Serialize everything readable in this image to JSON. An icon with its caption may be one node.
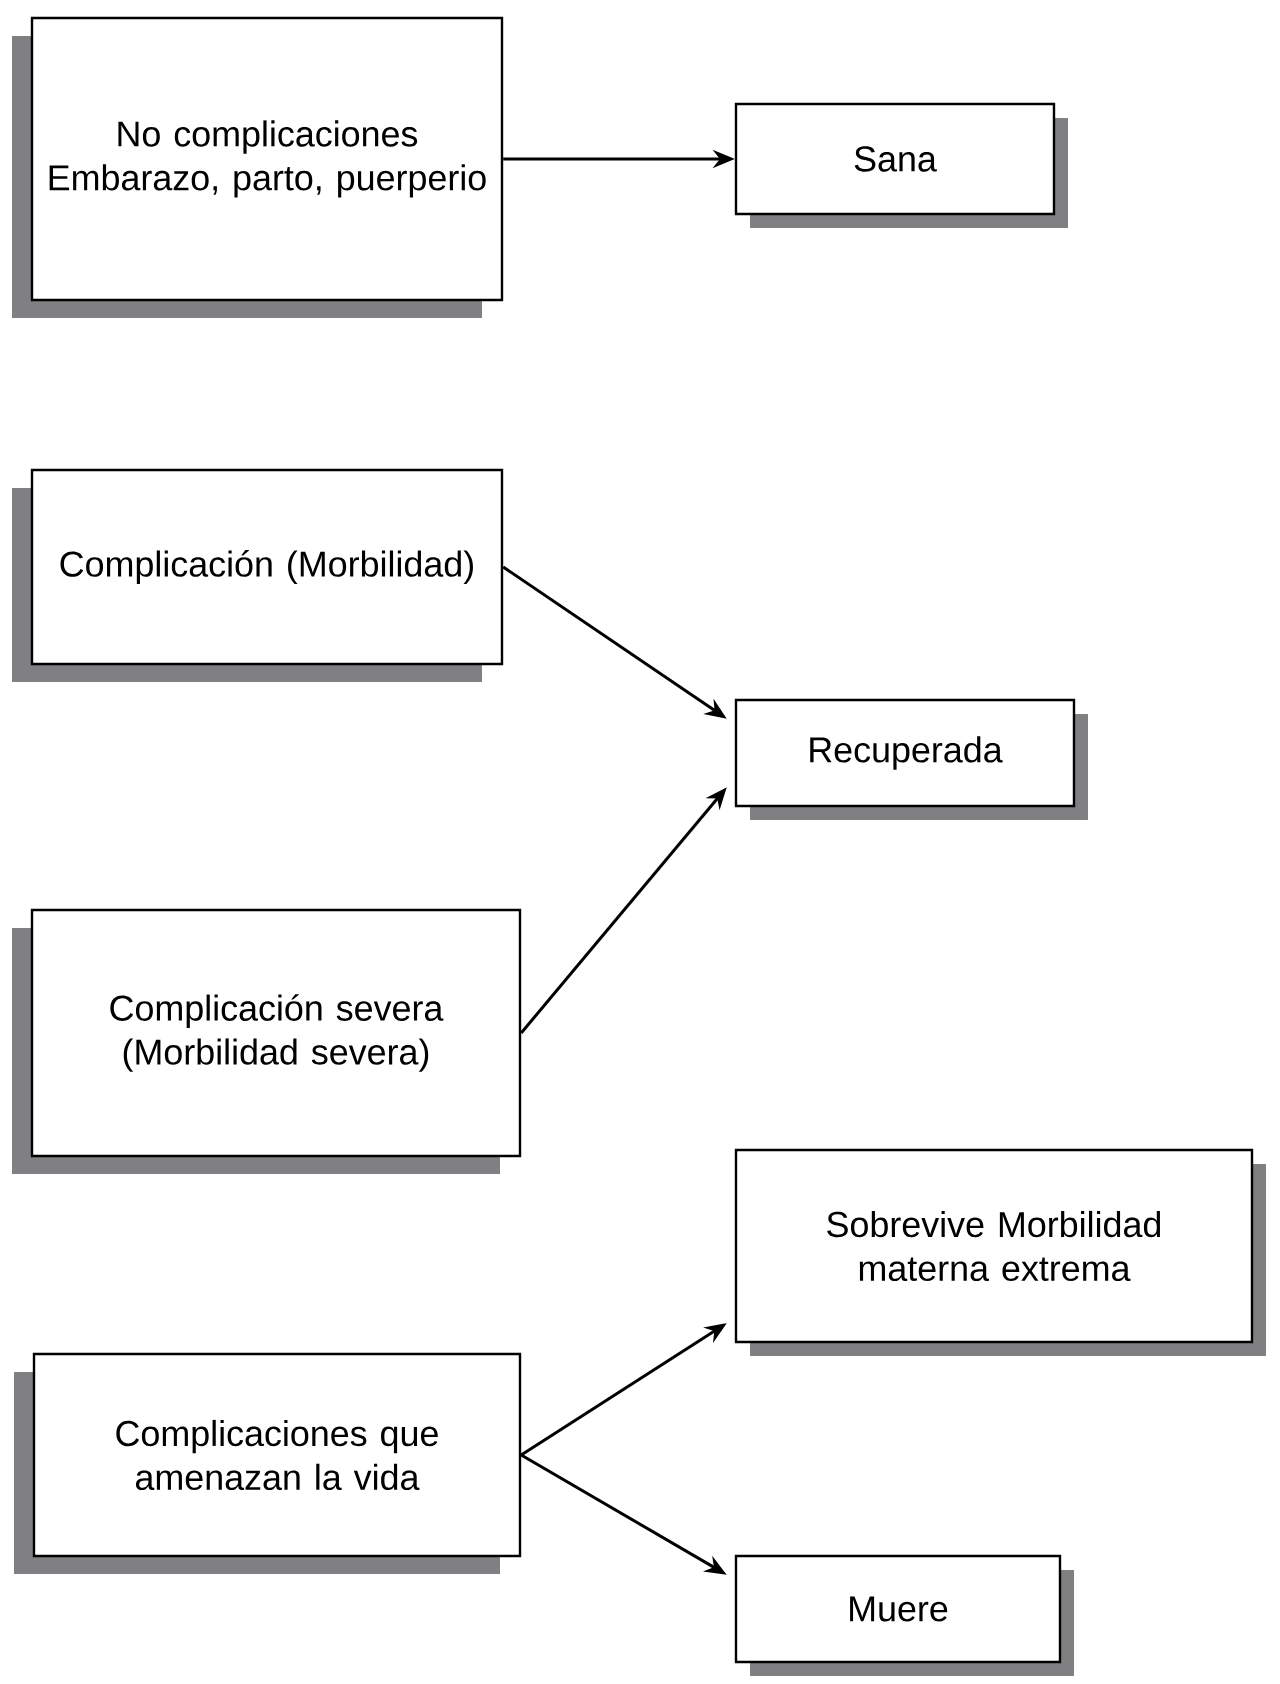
{
  "diagram": {
    "nodes": [
      {
        "text": [
          "No complicaciones Embarazo, parto, puerperio"
        ]
      },
      {
        "text": [
          "Sana"
        ]
      },
      {
        "text": [
          "Complicación (Morbilidad)"
        ]
      },
      {
        "text": [
          "Recuperada"
        ]
      },
      {
        "text": [
          "Complicación severa (Morbilidad severa)"
        ]
      },
      {
        "text": [
          "Sobrevive Morbilidad materna extrema"
        ]
      },
      {
        "text": [
          "Complicaciones que amenazan la vida"
        ]
      },
      {
        "text": [
          "Muere"
        ]
      }
    ],
    "edges": [
      {
        "from": 0,
        "to": 1,
        "arrow": "to"
      },
      {
        "from": 2,
        "to": 3,
        "arrow": "to"
      },
      {
        "from": 4,
        "to": 3,
        "arrow": "to"
      },
      {
        "from": 6,
        "to": 5,
        "arrow": "to"
      },
      {
        "from": 6,
        "to": 7,
        "arrow": "to"
      }
    ]
  }
}
